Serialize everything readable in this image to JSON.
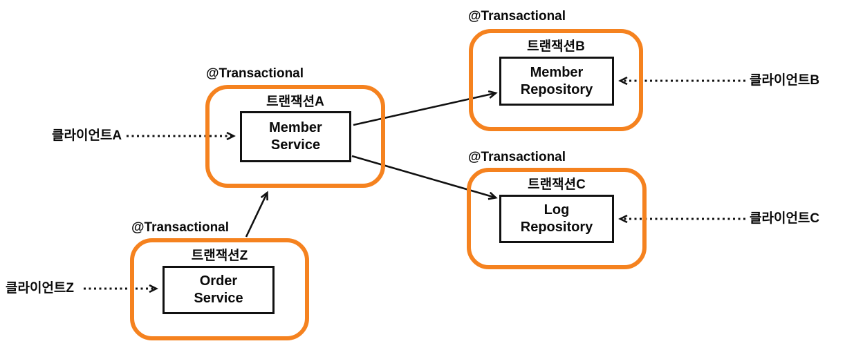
{
  "colors": {
    "boundary_orange": "#f5821f",
    "line_black": "#111111",
    "background": "#ffffff"
  },
  "groups": [
    {
      "id": "A",
      "annotation": "@Transactional",
      "tx_label": "트랜잭션A",
      "component": "Member\nService"
    },
    {
      "id": "B",
      "annotation": "@Transactional",
      "tx_label": "트랜잭션B",
      "component": "Member\nRepository"
    },
    {
      "id": "C",
      "annotation": "@Transactional",
      "tx_label": "트랜잭션C",
      "component": "Log\nRepository"
    },
    {
      "id": "Z",
      "annotation": "@Transactional",
      "tx_label": "트랜잭션Z",
      "component": "Order\nService"
    }
  ],
  "clients": [
    {
      "id": "A",
      "label": "클라이언트A"
    },
    {
      "id": "B",
      "label": "클라이언트B"
    },
    {
      "id": "C",
      "label": "클라이언트C"
    },
    {
      "id": "Z",
      "label": "클라이언트Z"
    }
  ],
  "connections": [
    {
      "from": "클라이언트A",
      "to": "Member Service",
      "style": "dotted"
    },
    {
      "from": "클라이언트B",
      "to": "Member Repository",
      "style": "dotted"
    },
    {
      "from": "클라이언트C",
      "to": "Log Repository",
      "style": "dotted"
    },
    {
      "from": "클라이언트Z",
      "to": "Order Service",
      "style": "dotted"
    },
    {
      "from": "Member Service",
      "to": "Member Repository",
      "style": "solid"
    },
    {
      "from": "Member Service",
      "to": "Log Repository",
      "style": "solid"
    },
    {
      "from": "Order Service",
      "to": "트랜잭션A",
      "style": "solid"
    }
  ]
}
